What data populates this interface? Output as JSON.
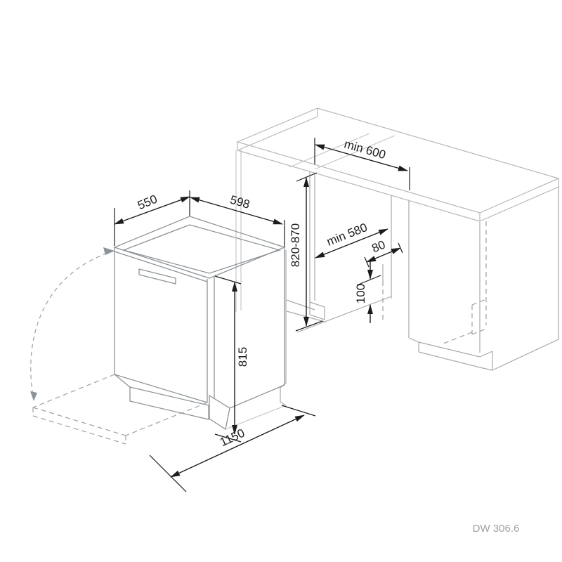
{
  "diagram": {
    "model": "DW 306.6",
    "dimensions": {
      "top_depth": "550",
      "top_width": "598",
      "worktop_min": "min 600",
      "niche_height": "820-870",
      "niche_depth_min": "min 580",
      "service_width": "80",
      "service_height": "100",
      "unit_height": "815",
      "door_open_depth": "1150"
    },
    "colors": {
      "dimension_lines": "#1c1c1c",
      "structure_light": "#b3b8bb",
      "structure_medium": "#8d9397",
      "label_gray": "#a2a2a2",
      "background": "#ffffff"
    }
  }
}
